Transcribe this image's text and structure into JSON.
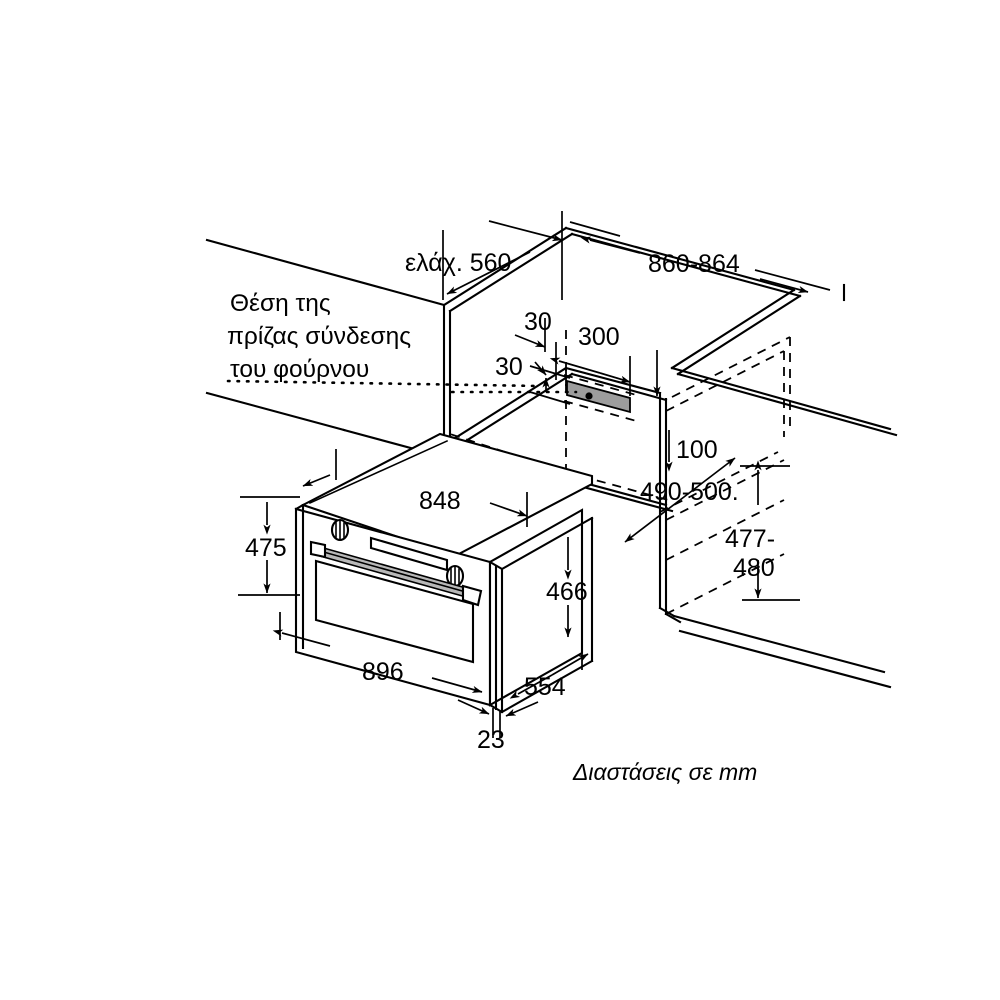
{
  "diagram": {
    "title": "Built-in oven installation dimensions drawing",
    "caption": "Διαστάσεις σε mm",
    "socket_note": {
      "line1": "Θέση της",
      "line2": "πρίζας σύνδεσης",
      "line3": "του φούρνου"
    },
    "dimensions": {
      "niche_depth": "ελάχ. 560",
      "niche_width": "860-864",
      "socket_offset_top": "30",
      "socket_offset_side": "30",
      "socket_width": "300",
      "niche_bottom_gap": "100",
      "niche_depth_inner": "490-500.",
      "niche_height_line1": "477-",
      "niche_height_line2": "480",
      "oven_top_width": "848",
      "oven_front_height": "475",
      "oven_body_height": "466",
      "oven_front_width": "896",
      "oven_body_depth": "554",
      "oven_door_thickness": "23"
    },
    "colors": {
      "line": "#000000",
      "socket_fill": "#9d9d9d",
      "handle_fill": "#b8b8b8",
      "background": "#ffffff"
    }
  }
}
